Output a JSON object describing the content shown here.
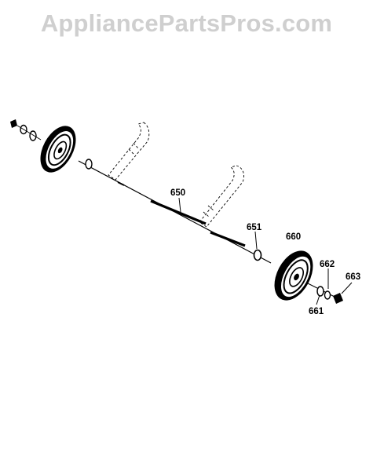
{
  "watermark": "AppliancePartsPros.com",
  "callouts": {
    "axle": "650",
    "washer": "651",
    "wheel": "660",
    "inner_washer": "661",
    "spacer": "662",
    "cap": "663"
  },
  "colors": {
    "ink": "#000000",
    "watermark": "#cfcfcf",
    "background": "#ffffff"
  }
}
